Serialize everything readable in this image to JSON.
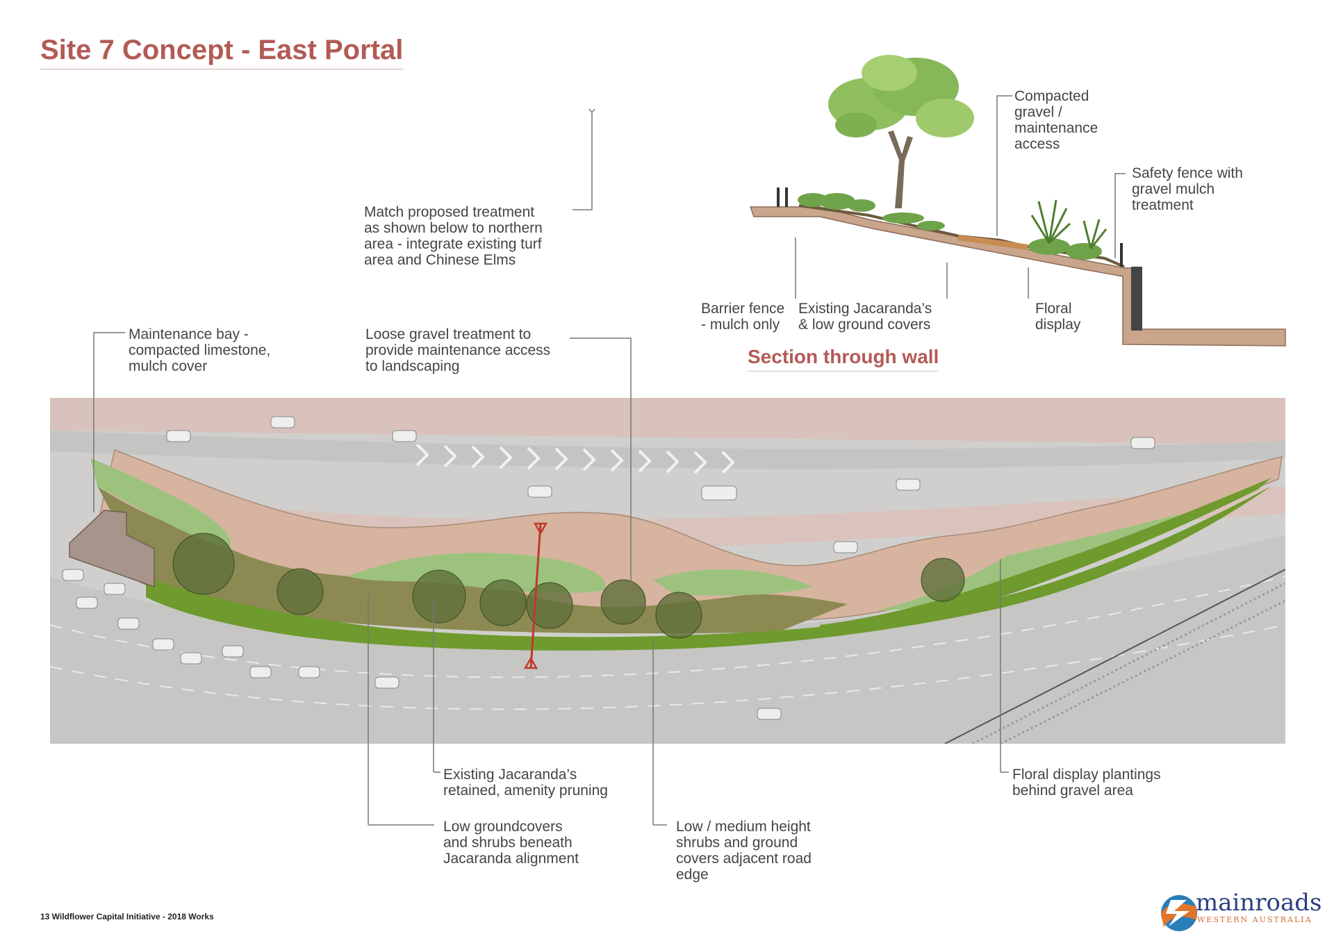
{
  "page": {
    "title": "Site 7 Concept - East Portal",
    "footer": "13  Wildflower Capital Initiative - 2018 Works"
  },
  "section": {
    "title": "Section through wall",
    "labels": {
      "compacted_gravel": "Compacted\ngravel /\nmaintenance\naccess",
      "safety_fence": "Safety fence with\ngravel mulch\ntreatment",
      "barrier_fence": "Barrier fence\n- mulch only",
      "existing_jacarandas": "Existing Jacaranda’s\n& low ground covers",
      "floral_display": "Floral\ndisplay"
    }
  },
  "plan": {
    "labels": {
      "match_proposed": "Match proposed treatment\nas shown below to northern\narea - integrate existing turf\narea and Chinese Elms",
      "maintenance_bay": "Maintenance bay -\ncompacted limestone,\nmulch cover",
      "loose_gravel": "Loose gravel treatment to\nprovide maintenance access\nto landscaping",
      "jacarandas_retained": "Existing Jacaranda’s\nretained, amenity pruning",
      "low_groundcovers": "Low groundcovers\nand shrubs beneath\nJacaranda alignment",
      "low_medium_shrubs": "Low / medium height\nshrubs and ground\ncovers adjacent road\nedge",
      "floral_plantings": "Floral display plantings\nbehind gravel area"
    }
  },
  "logo": {
    "name": "mainroads",
    "sub": "WESTERN AUSTRALIA"
  },
  "colors": {
    "accent": "#b35a55",
    "gravel": "#d6b49f",
    "light_green": "#9cc27e",
    "dark_green": "#6f9a2e",
    "olive": "#8a8a4e",
    "road": "#bdbdbd"
  }
}
